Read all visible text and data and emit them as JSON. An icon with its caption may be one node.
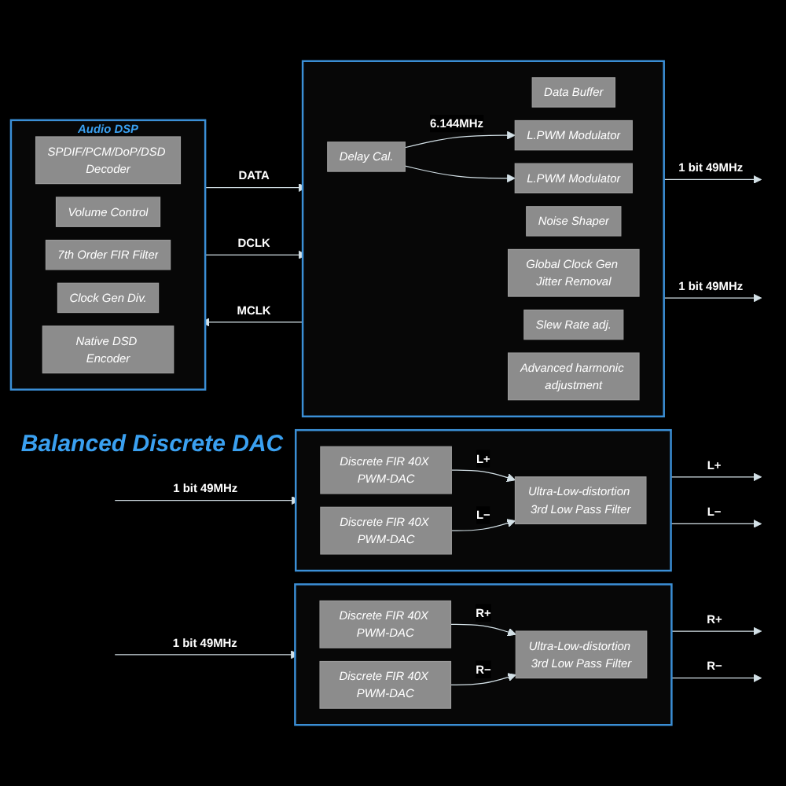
{
  "diagram": {
    "nodes": [
      {
        "text": [
          "Audio DSP"
        ]
      },
      {
        "text": [
          "SPDIF/PCM/DoP/DSD Decoder"
        ],
        "in": 0
      },
      {
        "text": [
          "Volume Control"
        ],
        "in": 0
      },
      {
        "text": [
          "7th Order FIR Filter"
        ],
        "in": 0
      },
      {
        "text": [
          "Clock Gen Div."
        ],
        "in": 0
      },
      {
        "text": [
          "Native DSD Encoder"
        ],
        "in": 0
      },
      {
        "text": [],
        "shape": "box"
      },
      {
        "text": [
          "Data Buffer"
        ],
        "in": 6
      },
      {
        "text": [
          "Delay Cal."
        ],
        "in": 6
      },
      {
        "text": [
          "Noise Shaper"
        ],
        "in": 6
      },
      {
        "text": [
          "Global Clock Gen Jitter Removal"
        ],
        "in": 6
      },
      {
        "text": [
          "L.PWM Modulator"
        ],
        "in": 6
      },
      {
        "text": [
          "L.PWM Modulator"
        ],
        "in": 6
      },
      {
        "text": [
          "Slew Rate adj."
        ],
        "in": 6
      },
      {
        "text": [
          "Advanced harmonic adjustment"
        ],
        "in": 6
      },
      {
        "text": [],
        "shape": "box"
      },
      {
        "text": [
          "Discrete FIR 40X PWM-DAC"
        ],
        "in": 15
      },
      {
        "text": [
          "Discrete FIR 40X PWM-DAC"
        ],
        "in": 15
      },
      {
        "text": [
          "Ultra-Low-distortion 3rd Low Pass Filter"
        ],
        "in": 15
      },
      {
        "text": [],
        "shape": "box"
      },
      {
        "text": [
          "Discrete FIR 40X PWM-DAC"
        ],
        "in": 19
      },
      {
        "text": [
          "Discrete FIR 40X PWM-DAC"
        ],
        "in": 19
      },
      {
        "text": [
          "Ultra-Low-distortion 3rd Low Pass Filter"
        ],
        "in": 19
      }
    ],
    "edges": [
      {
        "from": 0,
        "to": 6,
        "arrow": "to",
        "label": "DATA"
      },
      {
        "from": 0,
        "to": 6,
        "arrow": "to",
        "label": "DCLK"
      },
      {
        "from": 6,
        "to": 0,
        "arrow": "to",
        "label": "MCLK"
      },
      {
        "from": 8,
        "to": 11,
        "arrow": "to",
        "label": "6.144MHz"
      },
      {
        "from": 8,
        "to": 12,
        "arrow": "to"
      },
      {
        "from": 6,
        "to": null,
        "arrow": "to",
        "label": "1 bit 49MHz"
      },
      {
        "from": 6,
        "to": null,
        "arrow": "to",
        "label": "1 bit 49MHz"
      },
      {
        "from": null,
        "to": 15,
        "arrow": "to",
        "label": "1 bit 49MHz"
      },
      {
        "from": 16,
        "to": 18,
        "arrow": "to",
        "label": "L+"
      },
      {
        "from": 17,
        "to": 18,
        "arrow": "to",
        "label": "L−"
      },
      {
        "from": 15,
        "to": null,
        "arrow": "to",
        "label": "L+"
      },
      {
        "from": 15,
        "to": null,
        "arrow": "to",
        "label": "L−"
      },
      {
        "from": null,
        "to": 19,
        "arrow": "to",
        "label": "1 bit 49MHz"
      },
      {
        "from": 20,
        "to": 22,
        "arrow": "to",
        "label": "R+"
      },
      {
        "from": 21,
        "to": 22,
        "arrow": "to",
        "label": "R−"
      },
      {
        "from": 19,
        "to": null,
        "arrow": "to",
        "label": "R+"
      },
      {
        "from": 19,
        "to": null,
        "arrow": "to",
        "label": "R−"
      }
    ],
    "labels": [
      "Balanced Discrete DAC"
    ]
  }
}
